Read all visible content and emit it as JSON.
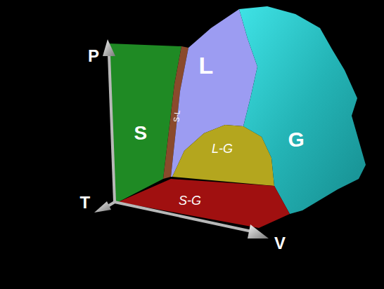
{
  "diagram": {
    "nodes": [
      {
        "text": [
          "S"
        ]
      },
      {
        "text": [
          "S-L"
        ]
      },
      {
        "text": [
          "L"
        ]
      },
      {
        "text": [
          "L-G"
        ]
      },
      {
        "text": [
          "G"
        ]
      },
      {
        "text": [
          "S-G"
        ]
      }
    ],
    "labels": [
      "P",
      "T",
      "V"
    ]
  }
}
